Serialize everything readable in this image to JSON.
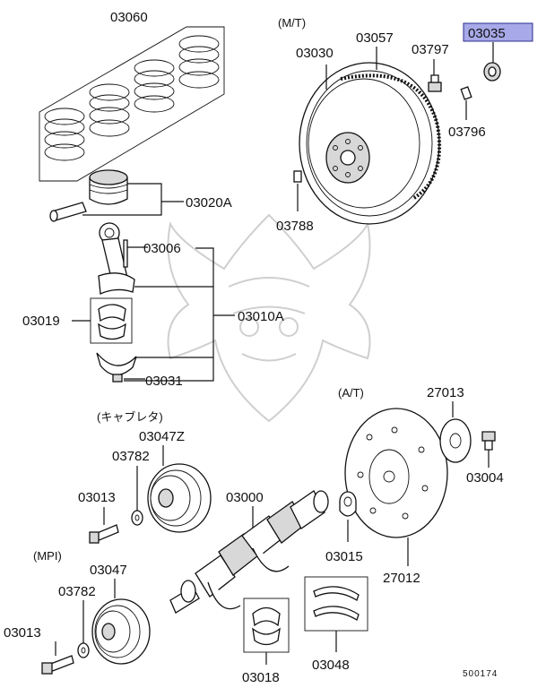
{
  "diagram": {
    "catalog_code": "500174",
    "sections": {
      "manual": "(M/T)",
      "automatic": "(A/T)",
      "carburetor": "(キャブレタ)",
      "mpi": "(MPI)"
    },
    "parts": [
      {
        "id": "p03060",
        "number": "03060"
      },
      {
        "id": "p03020a",
        "number": "03020A"
      },
      {
        "id": "p03006",
        "number": "03006"
      },
      {
        "id": "p03019",
        "number": "03019"
      },
      {
        "id": "p03010a",
        "number": "03010A"
      },
      {
        "id": "p03031",
        "number": "03031"
      },
      {
        "id": "p03030",
        "number": "03030"
      },
      {
        "id": "p03057",
        "number": "03057"
      },
      {
        "id": "p03797",
        "number": "03797"
      },
      {
        "id": "p03035",
        "number": "03035",
        "highlighted": true
      },
      {
        "id": "p03796",
        "number": "03796"
      },
      {
        "id": "p03788",
        "number": "03788"
      },
      {
        "id": "p27013",
        "number": "27013"
      },
      {
        "id": "p03004",
        "number": "03004"
      },
      {
        "id": "p27012",
        "number": "27012"
      },
      {
        "id": "p03047z",
        "number": "03047Z"
      },
      {
        "id": "p03782a",
        "number": "03782"
      },
      {
        "id": "p03013a",
        "number": "03013"
      },
      {
        "id": "p03000",
        "number": "03000"
      },
      {
        "id": "p03015",
        "number": "03015"
      },
      {
        "id": "p03047",
        "number": "03047"
      },
      {
        "id": "p03782b",
        "number": "03782"
      },
      {
        "id": "p03013b",
        "number": "03013"
      },
      {
        "id": "p03018",
        "number": "03018"
      },
      {
        "id": "p03048",
        "number": "03048"
      }
    ],
    "colors": {
      "highlight_fill": "#a7a9e8",
      "highlight_border": "#2a2d8c",
      "line": "#111111",
      "watermark": "#cfcfcf"
    }
  }
}
